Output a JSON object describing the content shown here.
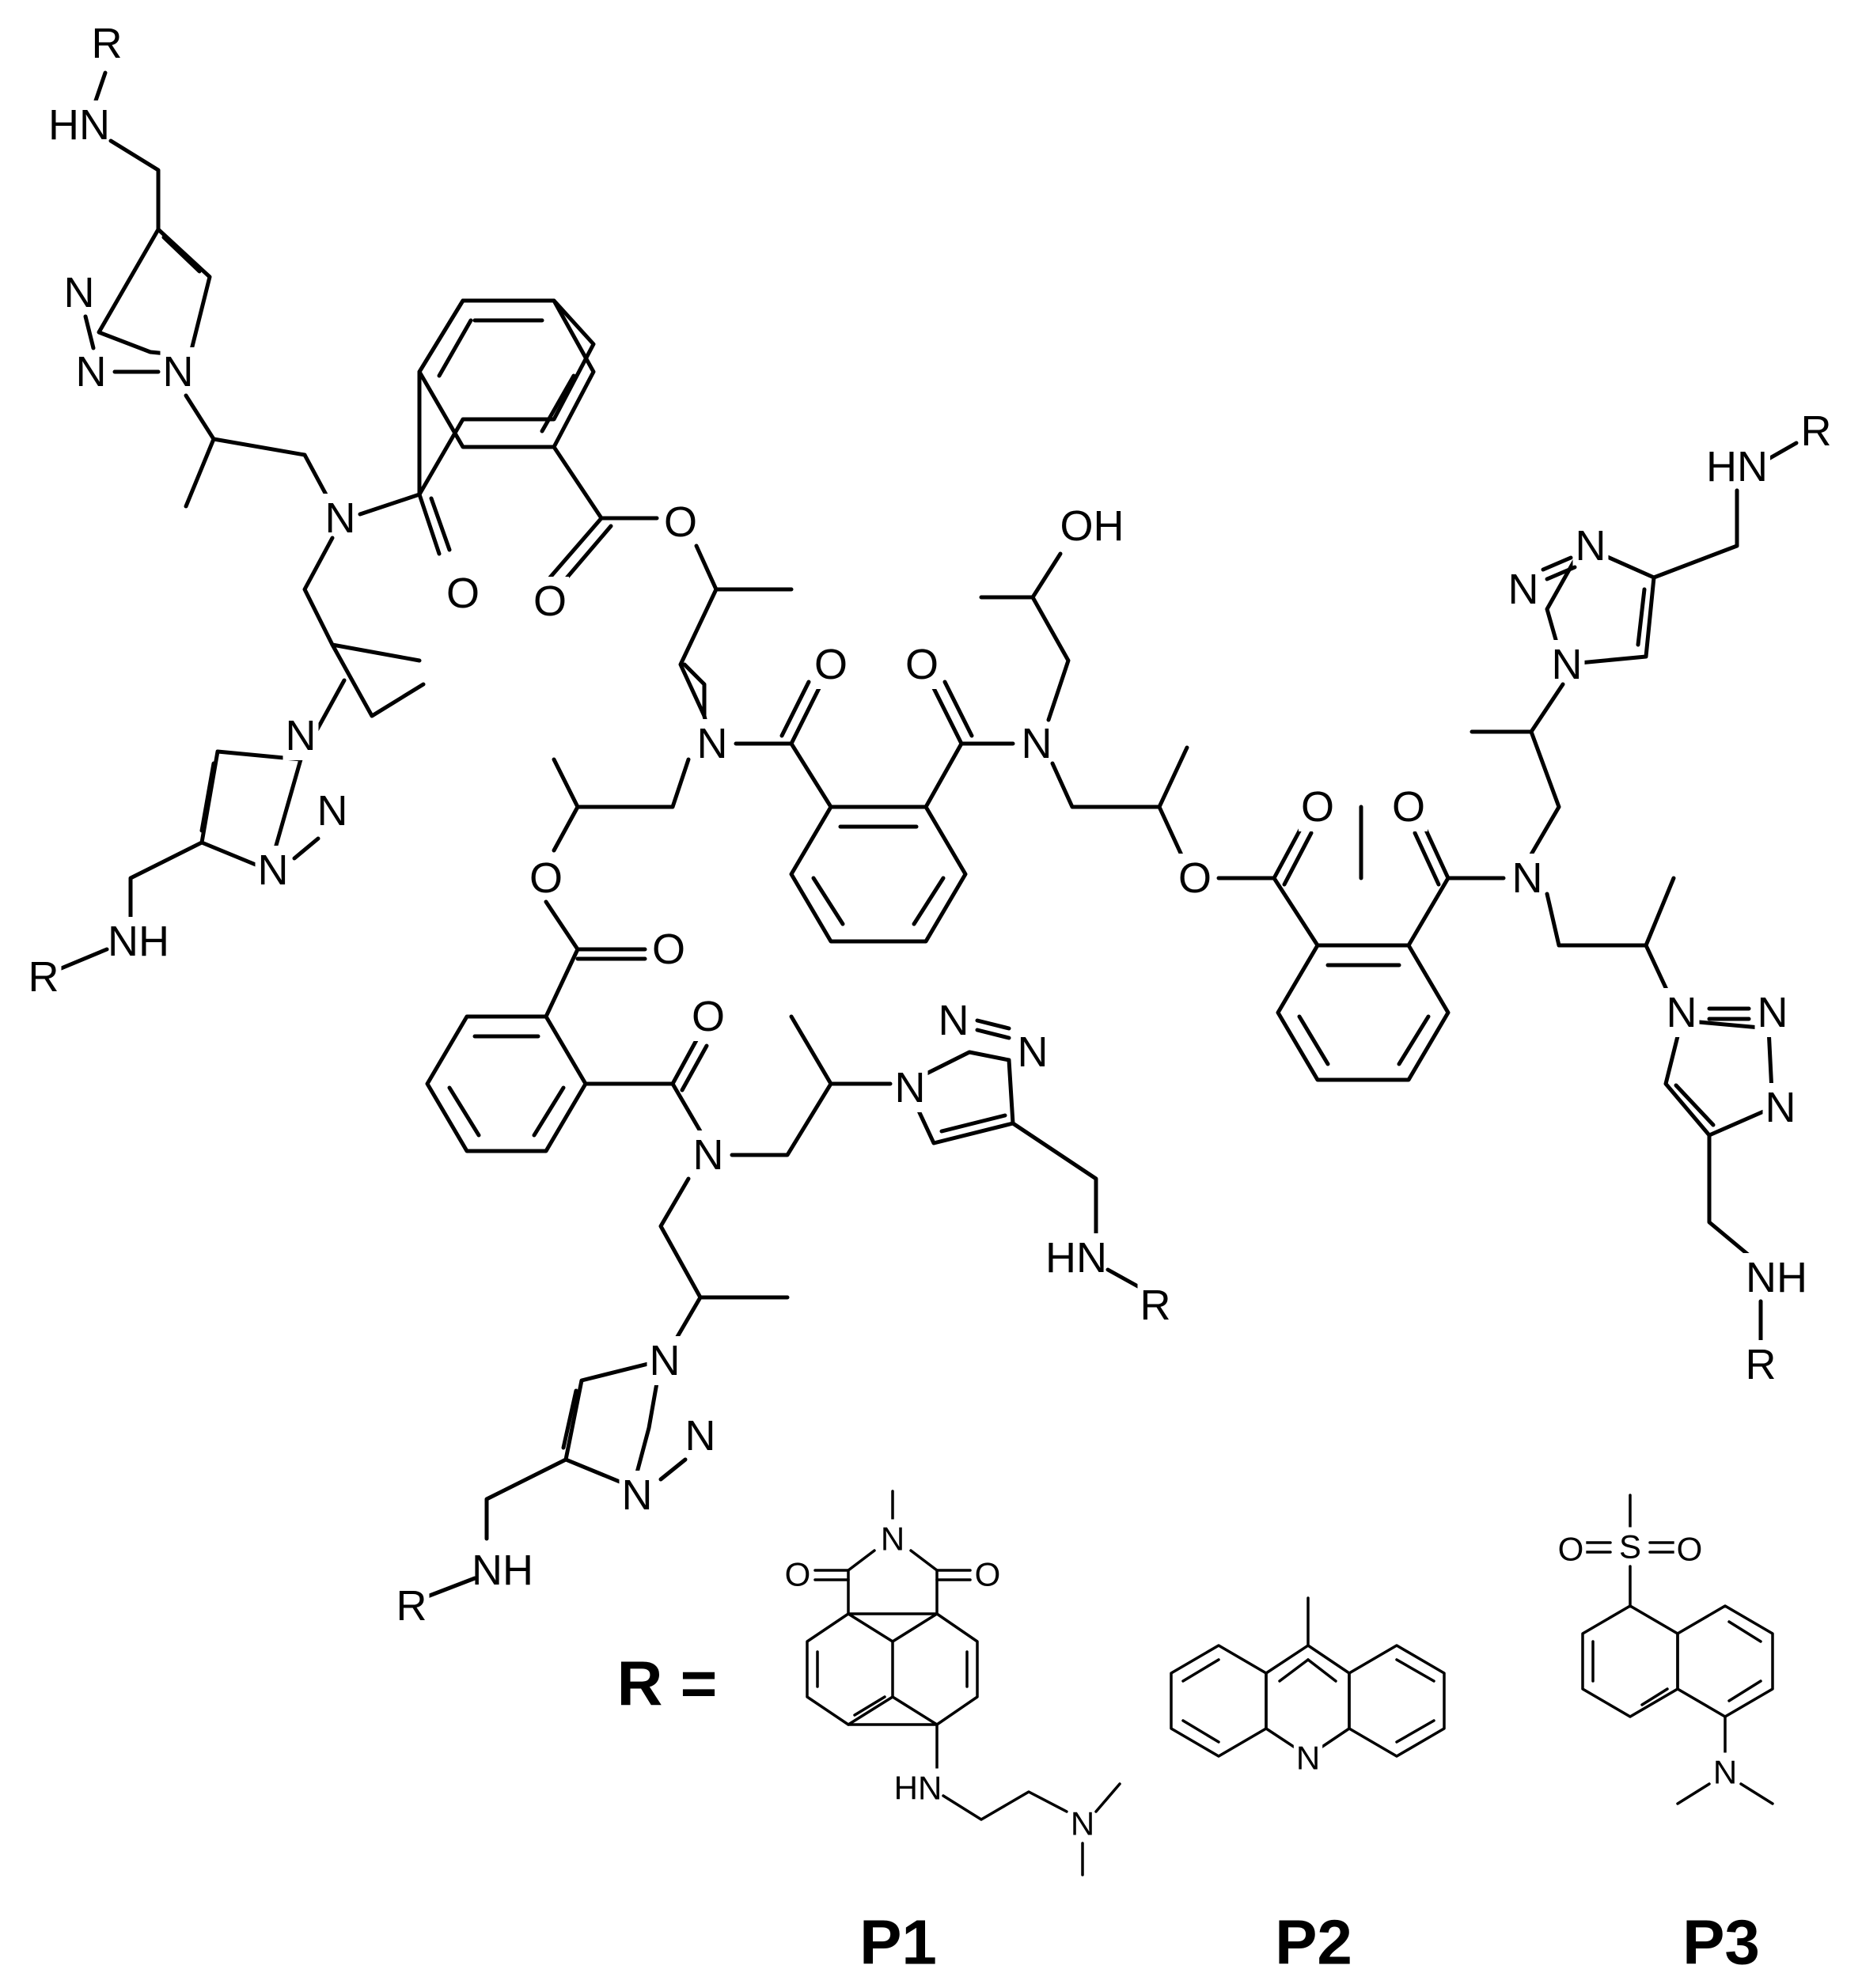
{
  "atoms": {
    "R": "R",
    "HN": "HN",
    "NH": "NH",
    "N": "N",
    "O": "O",
    "OH": "OH",
    "S": "S"
  },
  "legend": {
    "r_equals": "R =",
    "p1": "P1",
    "p2": "P2",
    "p3": "P3"
  }
}
